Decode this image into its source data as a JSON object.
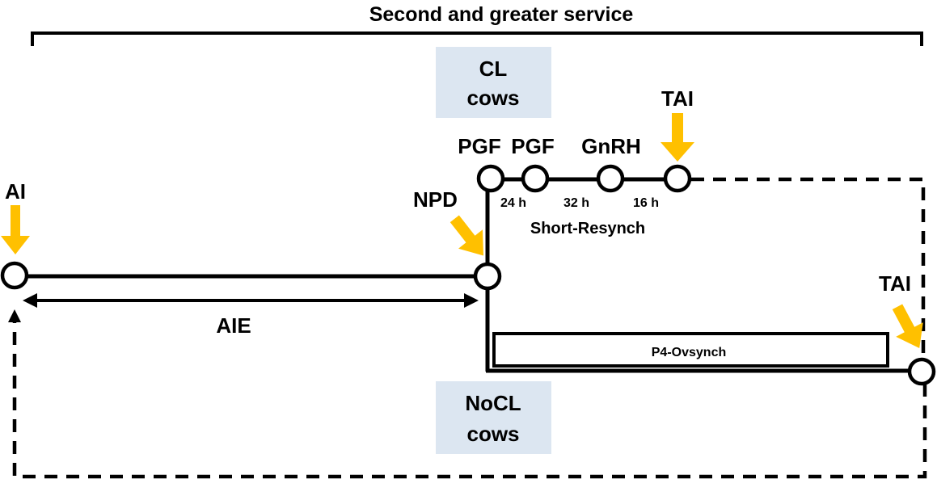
{
  "title": "Second and greater service",
  "cl_box": {
    "line1": "CL",
    "line2": "cows",
    "fill": "#DCE6F1"
  },
  "nocl_box": {
    "line1": "NoCL",
    "line2": "cows",
    "fill": "#DCE6F1"
  },
  "labels": {
    "ai": "AI",
    "npd": "NPD",
    "aie": "AIE",
    "tai_top": "TAI",
    "tai_right": "TAI",
    "pgf1": "PGF",
    "pgf2": "PGF",
    "gnrh": "GnRH",
    "int_24": "24 h",
    "int_32": "32 h",
    "int_16": "16 h",
    "short_resynch": "Short-Resynch",
    "p4_ovsynch": "P4-Ovsynch"
  },
  "colors": {
    "arrow": "#FFC000",
    "line": "#000000"
  }
}
